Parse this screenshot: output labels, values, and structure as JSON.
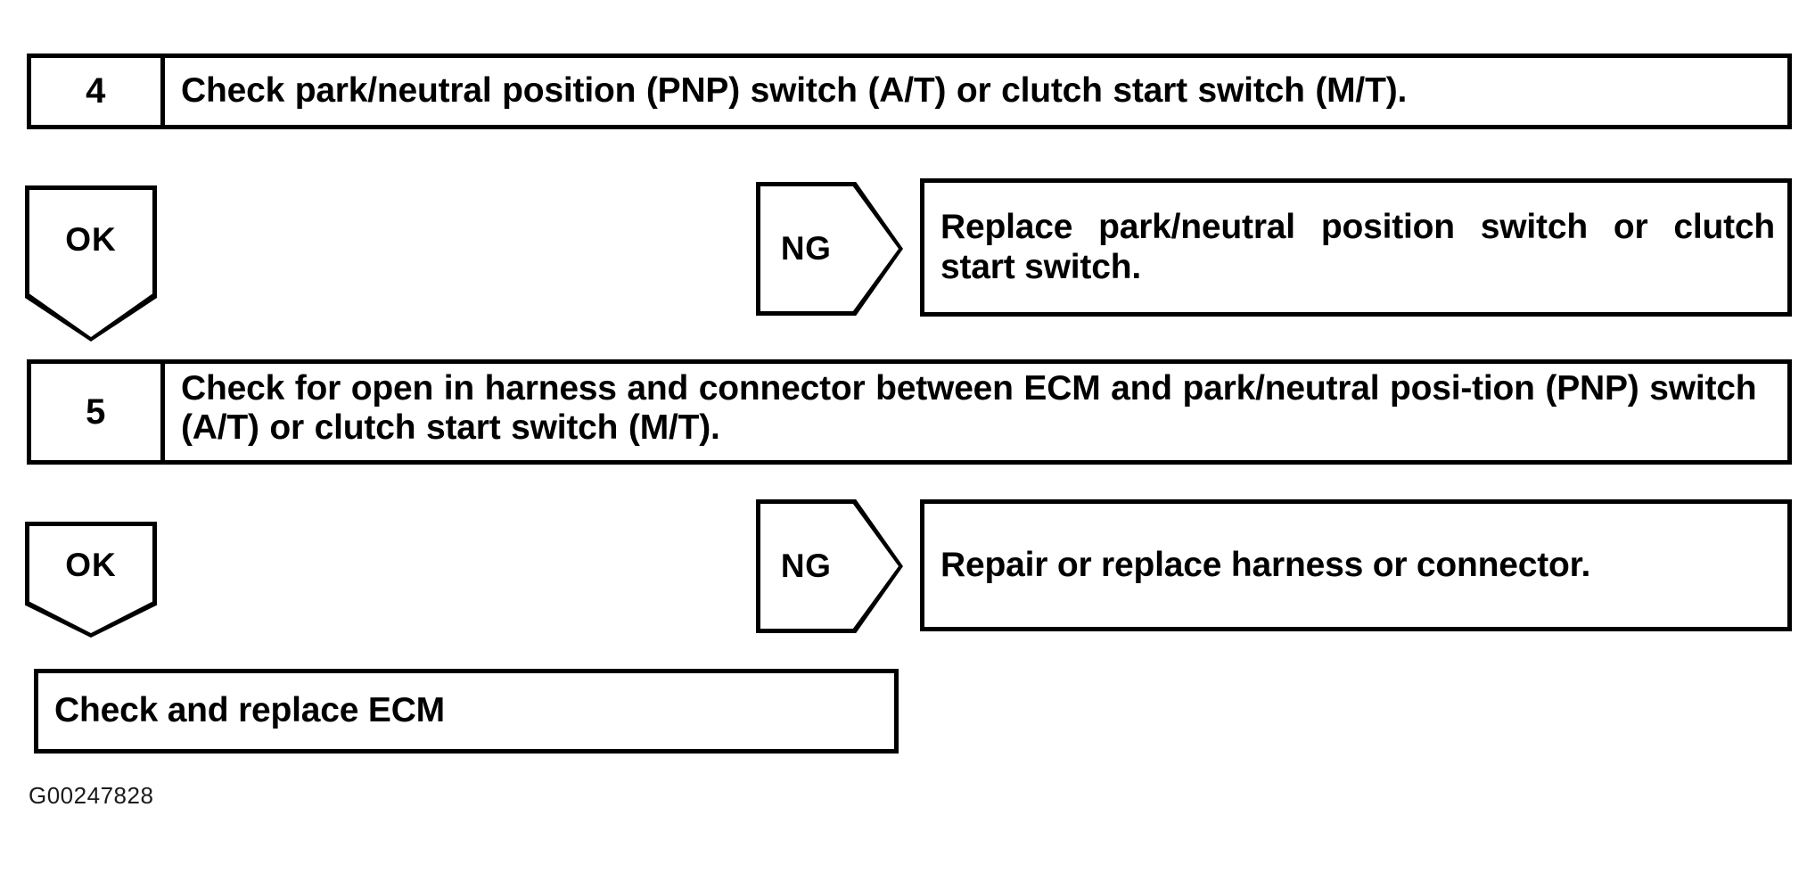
{
  "figure": {
    "id_code": "G00247828",
    "type": "diagnostic-troubleshooting-flowchart"
  },
  "steps": [
    {
      "number": "4",
      "instruction": "Check park/neutral position (PNP) switch (A/T) or clutch start switch (M/T).",
      "ok_label": "OK",
      "ng_label": "NG",
      "ng_result": "Replace park/neutral position switch or clutch start switch."
    },
    {
      "number": "5",
      "instruction": "Check for open in harness and connector between ECM and park/neutral posi-tion (PNP) switch (A/T) or clutch start switch (M/T).",
      "instruction_line1": "Check for open in harness and connector between ECM and park/neutral posi-",
      "instruction_line2": "tion (PNP) switch (A/T) or clutch start switch (M/T).",
      "ok_label": "OK",
      "ng_label": "NG",
      "ng_result": "Repair or replace harness or connector."
    }
  ],
  "final_action": {
    "text": "Check and replace ECM"
  },
  "colors": {
    "line": "#000000",
    "background": "#ffffff",
    "text": "#000000"
  }
}
